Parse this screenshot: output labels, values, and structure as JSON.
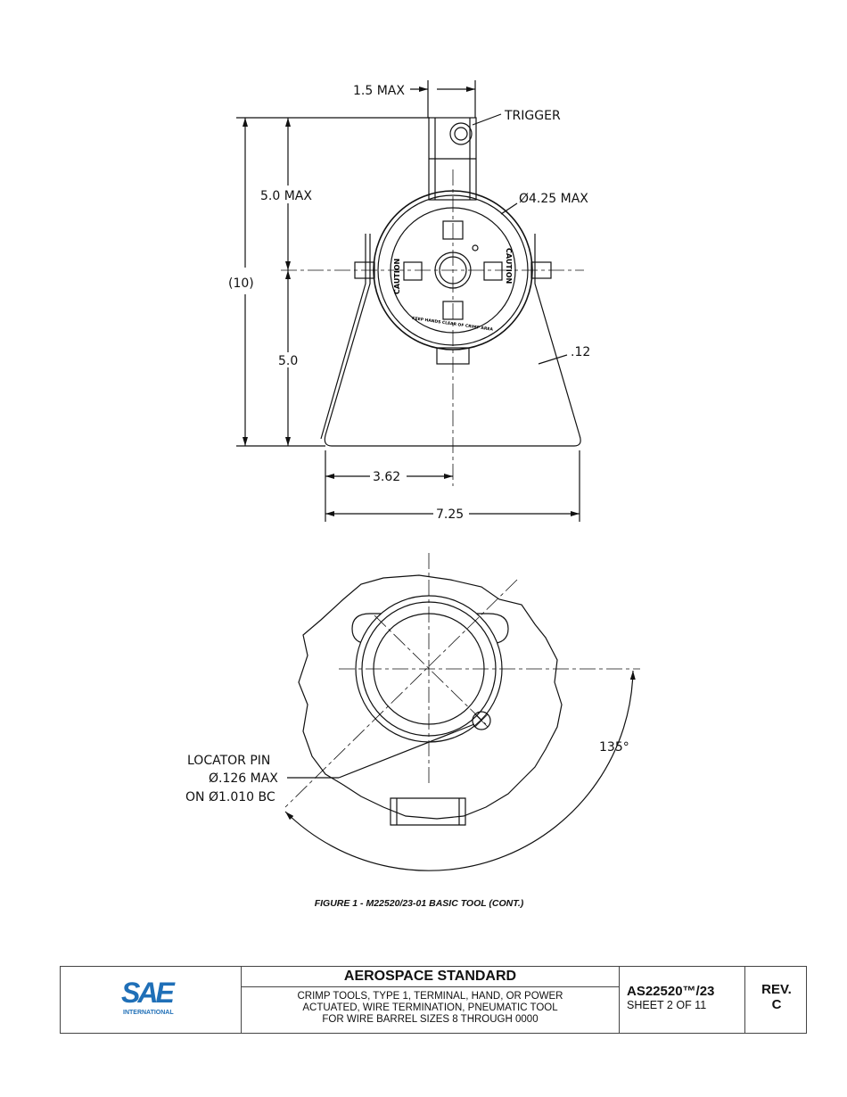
{
  "drawing": {
    "top_view": {
      "dim_width_max": "1.5 MAX",
      "trigger_label": "TRIGGER",
      "dim_upper_height": "5.0 MAX",
      "dim_overall_height": "(10)",
      "dim_lower_height": "5.0",
      "dim_diameter": "Ø4.25 MAX",
      "dim_leg_thickness": ".12",
      "dim_half_width": "3.62",
      "dim_width": "7.25",
      "tool_markings": {
        "caution": "CAUTION",
        "warning": "KEEP HANDS CLEAR OF CRIMP AREA"
      }
    },
    "bottom_view": {
      "locator_line1": "LOCATOR PIN",
      "locator_line2": "Ø.126 MAX",
      "locator_line3": "ON Ø1.010 BC",
      "angle": "135°"
    }
  },
  "caption": "FIGURE 1 - M22520/23-01 BASIC TOOL (CONT.)",
  "title_block": {
    "logo_text": "SAE",
    "logo_subtext": "INTERNATIONAL",
    "logo_color": "#1f6fb7",
    "heading": "AEROSPACE STANDARD",
    "description": [
      "CRIMP TOOLS, TYPE 1, TERMINAL, HAND, OR POWER",
      "ACTUATED, WIRE TERMINATION, PNEUMATIC TOOL",
      "FOR WIRE BARREL SIZES 8 THROUGH 0000"
    ],
    "doc_number": "AS22520™/23",
    "sheet": "SHEET 2 OF 11",
    "rev_label": "REV.",
    "rev_value": "C"
  }
}
